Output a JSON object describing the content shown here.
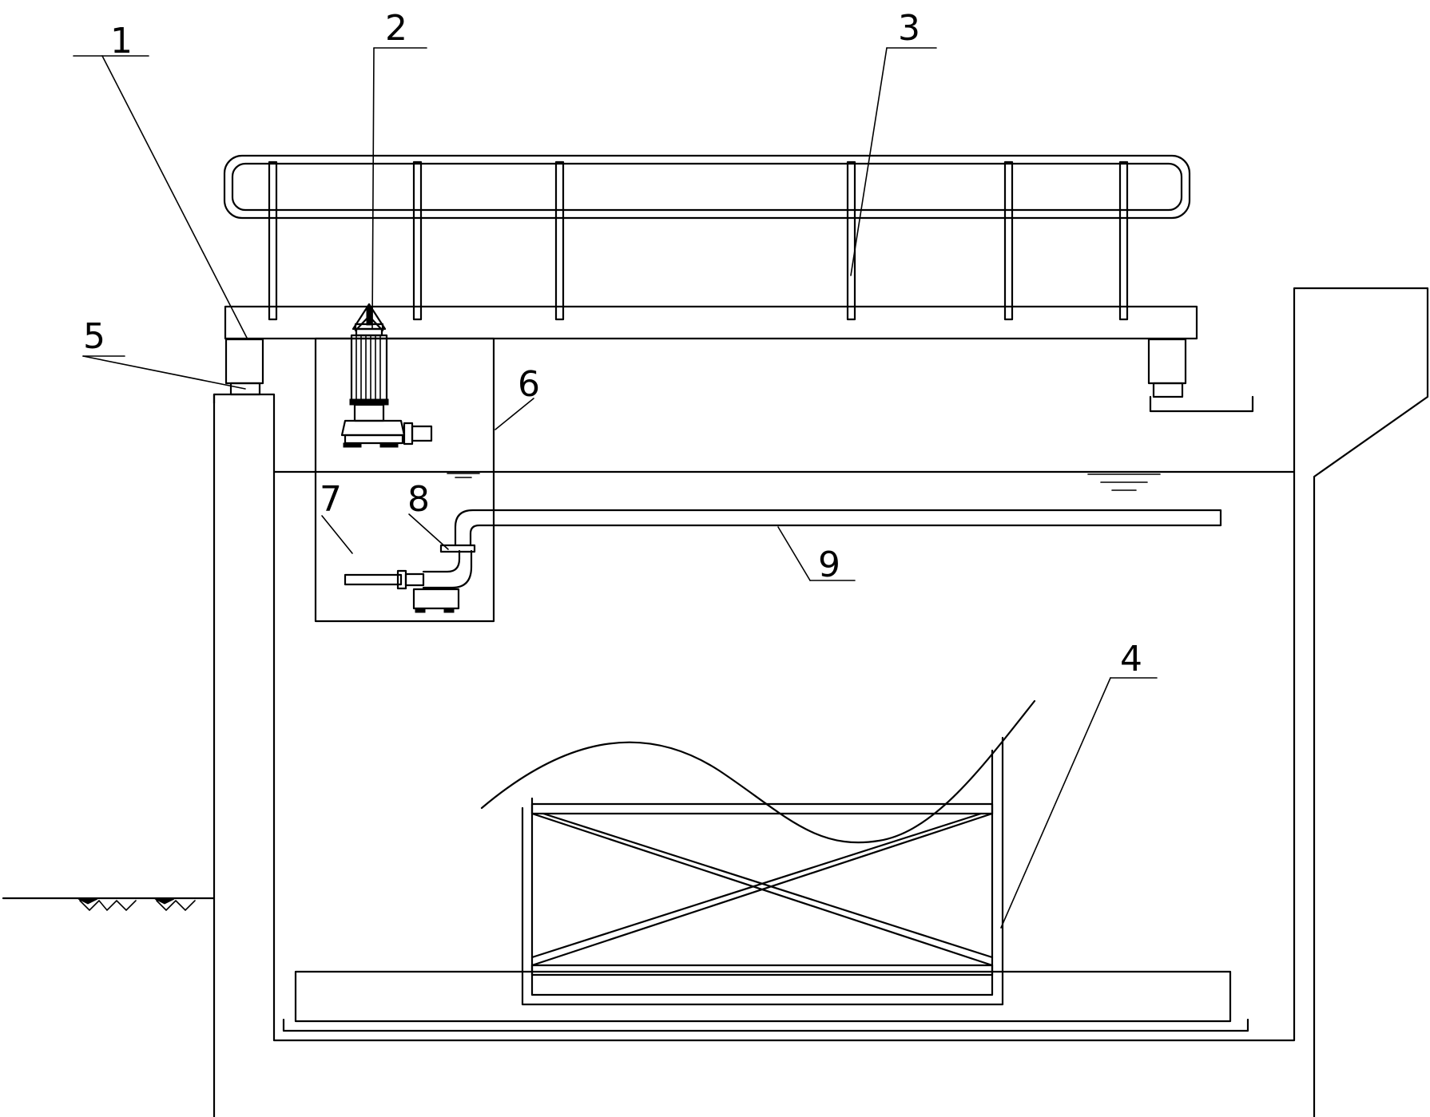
{
  "colors": {
    "line": "#000000",
    "background": "#ffffff"
  },
  "callouts": {
    "c1": "1",
    "c2": "2",
    "c3": "3",
    "c4": "4",
    "c5": "5",
    "c6": "6",
    "c7": "7",
    "c8": "8",
    "c9": "9"
  },
  "symbols": {
    "water_level": "water-level-symbol",
    "ground_hatch": "ground-hatch-symbol",
    "pump": "submersible-pump-icon"
  }
}
